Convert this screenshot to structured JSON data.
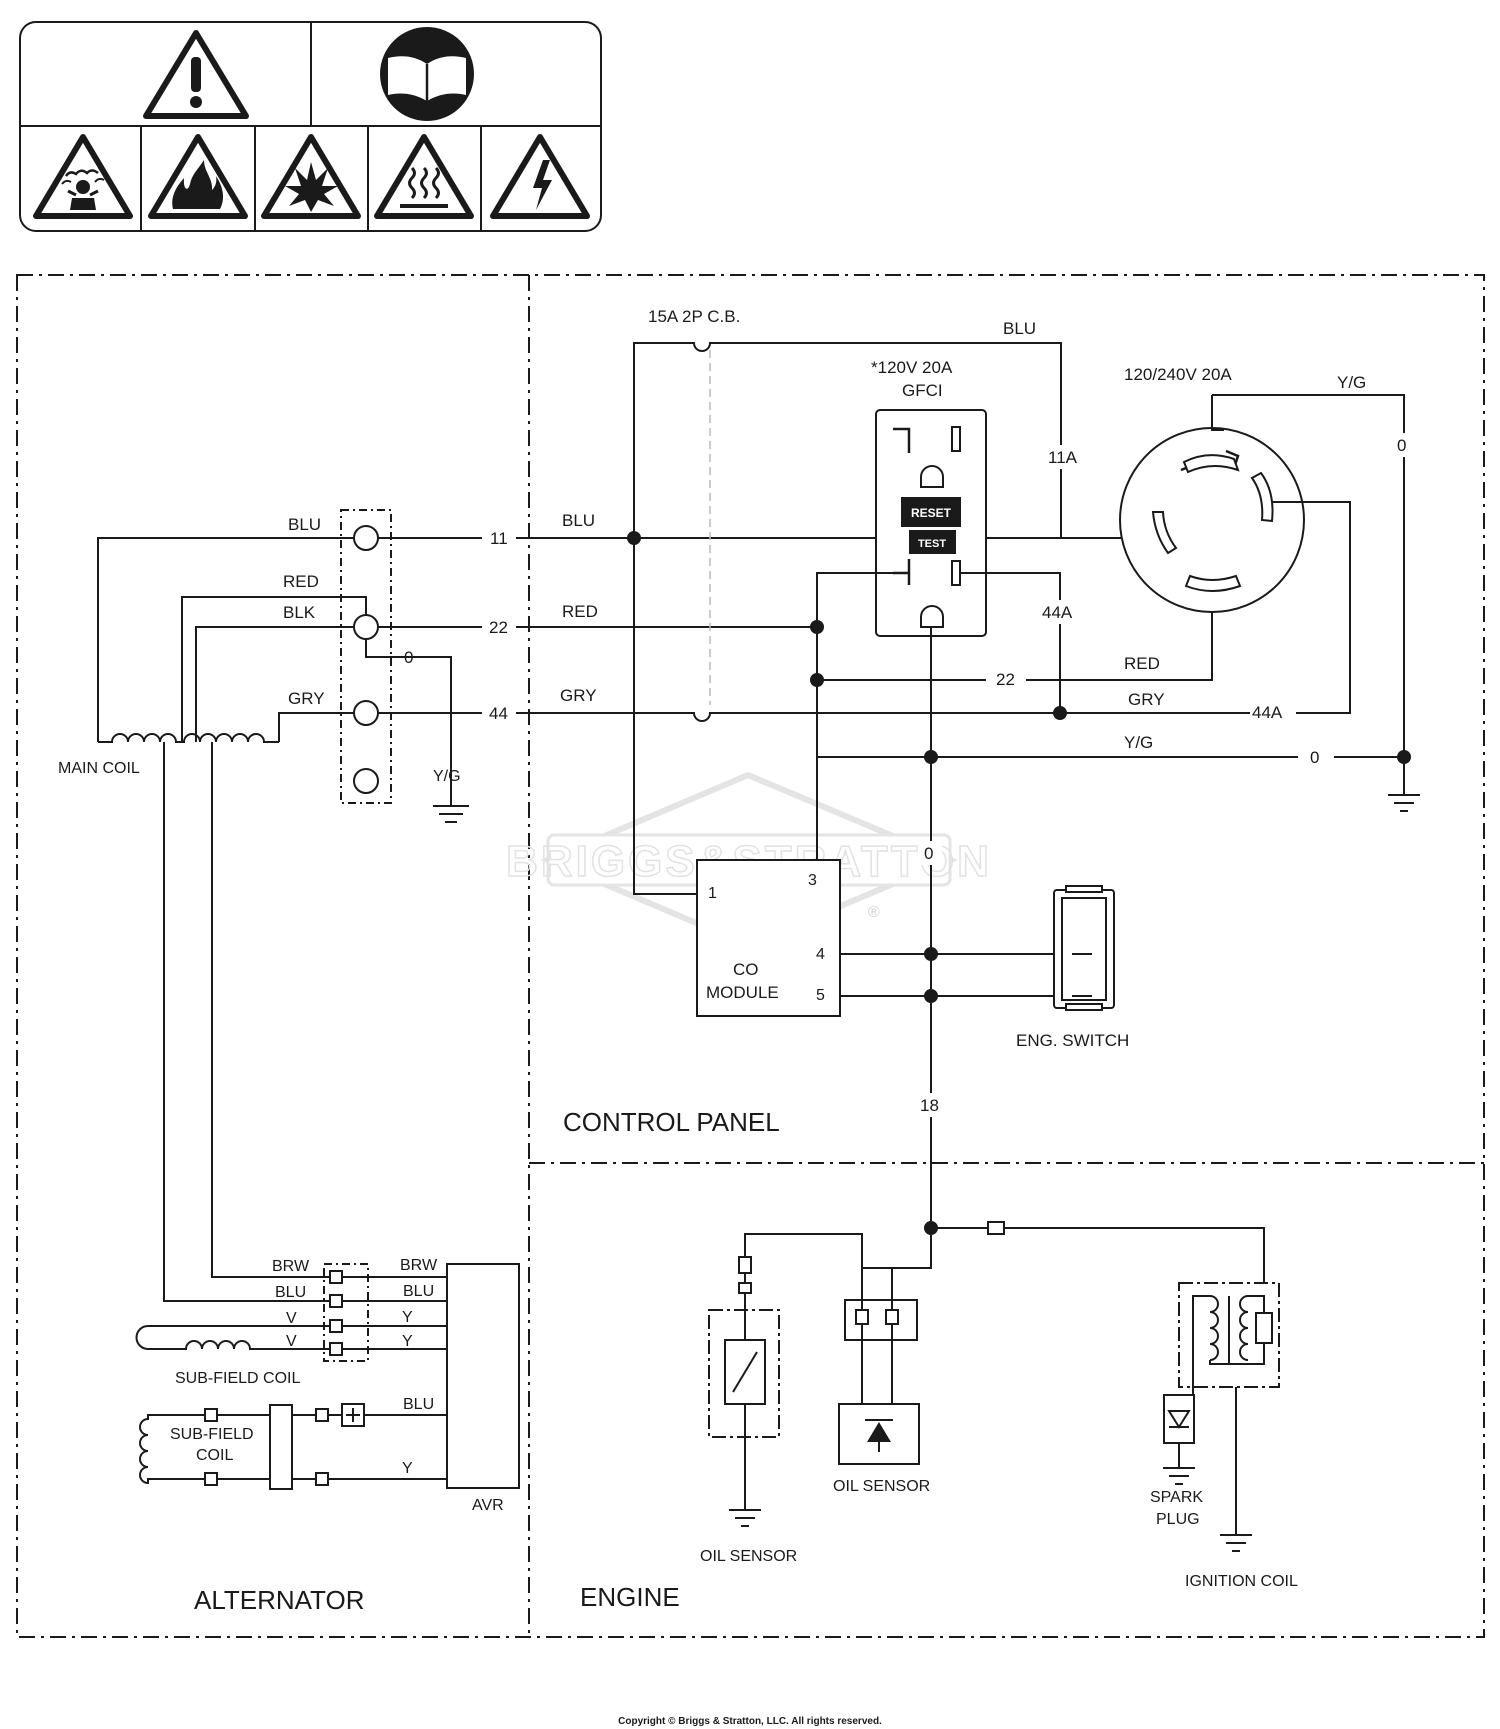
{
  "sections": {
    "alternator": "ALTERNATOR",
    "control_panel": "CONTROL PANEL",
    "engine": "ENGINE"
  },
  "watermark": {
    "brand": "BRIGGS&STRATTON",
    "registered": "®"
  },
  "copyright": "Copyright © Briggs & Stratton, LLC. All rights reserved.",
  "safety_icons": {
    "top": [
      "warning-icon",
      "read-manual-icon"
    ],
    "bottom": [
      "toxic-fumes-icon",
      "fire-icon",
      "explosion-icon",
      "hot-surface-icon",
      "electric-shock-icon"
    ]
  },
  "alternator": {
    "main_coil": "MAIN COIL",
    "terminal_wires": [
      "BLU",
      "RED",
      "BLK",
      "GRY"
    ],
    "ground_wire": "0",
    "ground_label": "Y/G",
    "sub_field_coil_1": "SUB-FIELD COIL",
    "sub_field_coil_2_line1": "SUB-FIELD",
    "sub_field_coil_2_line2": "COIL",
    "avr": "AVR",
    "avr_wires_left": [
      "BRW",
      "BLU",
      "V",
      "V"
    ],
    "avr_wires_right": [
      "BRW",
      "BLU",
      "Y",
      "Y"
    ],
    "avr_lower_wires": [
      "BLU",
      "Y"
    ]
  },
  "control_panel": {
    "breaker": "15A 2P C.B.",
    "gfci_line1": "*120V 20A",
    "gfci_line2": "GFCI",
    "gfci_reset": "RESET",
    "gfci_test": "TEST",
    "twistlock": "120/240V 20A",
    "wire_numbers": [
      "11",
      "22",
      "44"
    ],
    "wire_colors": [
      "BLU",
      "RED",
      "GRY"
    ],
    "top_wire": "BLU",
    "wire_11a": "11A",
    "wire_44a": "44A",
    "yg_top": "Y/G",
    "zero_top": "0",
    "red_22_num": "22",
    "red_22_color": "RED",
    "gry_44a_color": "GRY",
    "gry_44a_num": "44A",
    "yg_bottom": "Y/G",
    "zero_bottom": "0",
    "zero_vertical": "0",
    "co_module_line1": "CO",
    "co_module_line2": "MODULE",
    "co_pins": [
      "1",
      "3",
      "4",
      "5"
    ],
    "eng_switch": "ENG. SWITCH",
    "wire_18": "18"
  },
  "engine": {
    "oil_sensor_left": "OIL SENSOR",
    "oil_sensor_mid": "OIL SENSOR",
    "spark_plug_line1": "SPARK",
    "spark_plug_line2": "PLUG",
    "ignition_coil": "IGNITION COIL"
  }
}
